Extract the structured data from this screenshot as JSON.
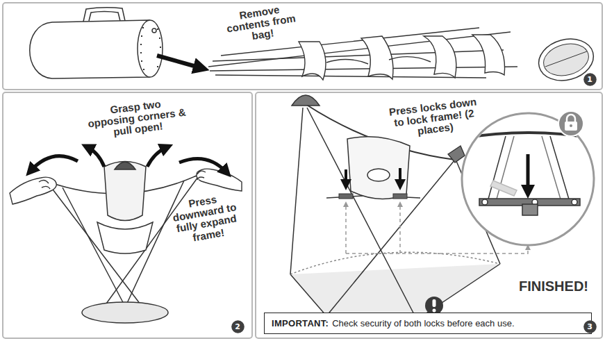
{
  "diagram": {
    "nodes": [
      {
        "text": [
          "1"
        ]
      },
      {
        "text": [
          "2"
        ]
      },
      {
        "text": [
          "IMPORTANT:",
          "Check security of both locks before each use."
        ]
      },
      {
        "text": [
          "3"
        ]
      }
    ],
    "labels": [
      "Remove contents from bag!",
      "Grasp two opposing corners & pull open!",
      "Press downward to fully expand frame!",
      "Press locks down to lock frame! (2 places)",
      "FINISHED!"
    ]
  }
}
